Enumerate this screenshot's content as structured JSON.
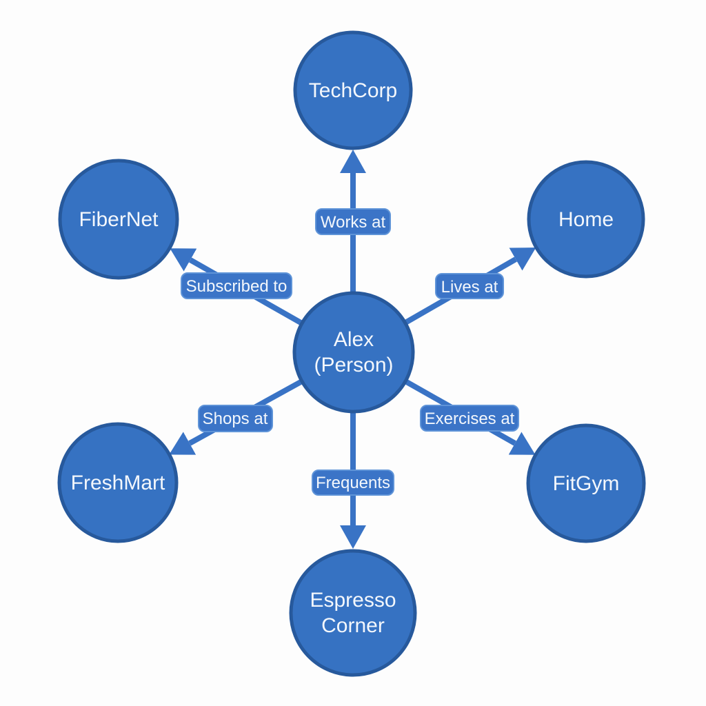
{
  "diagram": {
    "type": "entity-relationship-graph",
    "background_color": "#fdfdfd",
    "colors": {
      "node_fill": "#3672c2",
      "node_border": "#27599c",
      "edge": "#3973c5",
      "label_box_fill": "#3b74c7",
      "label_box_border": "#5f94d8",
      "text": "#f3f7fc"
    },
    "nodes": {
      "alex": {
        "label_line1": "Alex",
        "label_line2": "(Person)",
        "role": "center"
      },
      "techcorp": {
        "label": "TechCorp"
      },
      "fibernet": {
        "label": "FiberNet"
      },
      "home": {
        "label": "Home"
      },
      "freshmart": {
        "label": "FreshMart"
      },
      "fitgym": {
        "label": "FitGym"
      },
      "espresso_corner": {
        "label_line1": "Espresso",
        "label_line2": "Corner"
      }
    },
    "edges": {
      "works_at": {
        "label": "Works at",
        "from": "Alex (Person)",
        "to": "TechCorp"
      },
      "subscribed_to": {
        "label": "Subscribed to",
        "from": "Alex (Person)",
        "to": "FiberNet"
      },
      "lives_at": {
        "label": "Lives at",
        "from": "Alex (Person)",
        "to": "Home"
      },
      "shops_at": {
        "label": "Shops at",
        "from": "Alex (Person)",
        "to": "FreshMart"
      },
      "exercises_at": {
        "label": "Exercises at",
        "from": "Alex (Person)",
        "to": "FitGym"
      },
      "frequents": {
        "label": "Frequents",
        "from": "Alex (Person)",
        "to": "Espresso Corner"
      }
    }
  }
}
